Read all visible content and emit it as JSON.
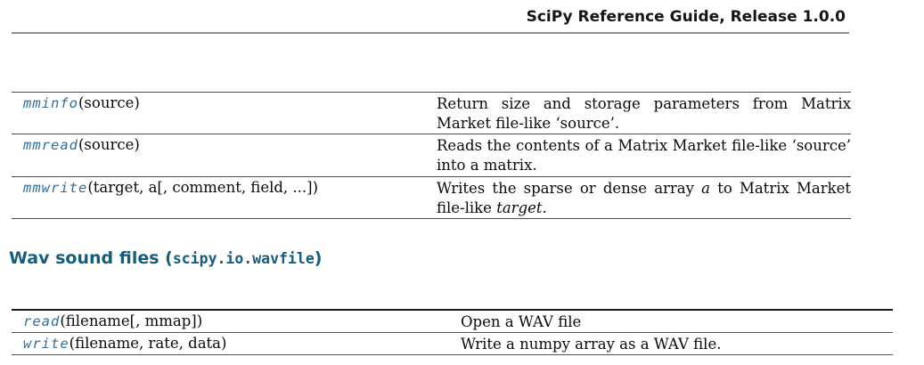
{
  "header": {
    "title": "SciPy Reference Guide, Release 1.0.0"
  },
  "colors": {
    "function_link": "#2d6f9e",
    "section_heading": "#155d80"
  },
  "matrix_table": {
    "rows": [
      {
        "func": "mminfo",
        "args": "(source)",
        "desc": "Return size and storage parameters from Matrix Market file-like ‘source’."
      },
      {
        "func": "mmread",
        "args": "(source)",
        "desc": "Reads the contents of a Matrix Market file-like ‘source’ into a matrix."
      },
      {
        "func": "mmwrite",
        "args": "(target, a[, comment, field, ...])",
        "desc_pre": "Writes the sparse or dense array ",
        "desc_em1": "a",
        "desc_mid": " to Matrix Market file-like ",
        "desc_em2": "target",
        "desc_post": "."
      }
    ]
  },
  "section_heading": {
    "prefix": "Wav sound files (",
    "module": "scipy.io.wavfile",
    "suffix": ")"
  },
  "wav_table": {
    "rows": [
      {
        "func": "read",
        "args": "(filename[, mmap])",
        "desc": "Open a WAV file"
      },
      {
        "func": "write",
        "args": "(filename, rate, data)",
        "desc": "Write a numpy array as a WAV file."
      }
    ]
  }
}
